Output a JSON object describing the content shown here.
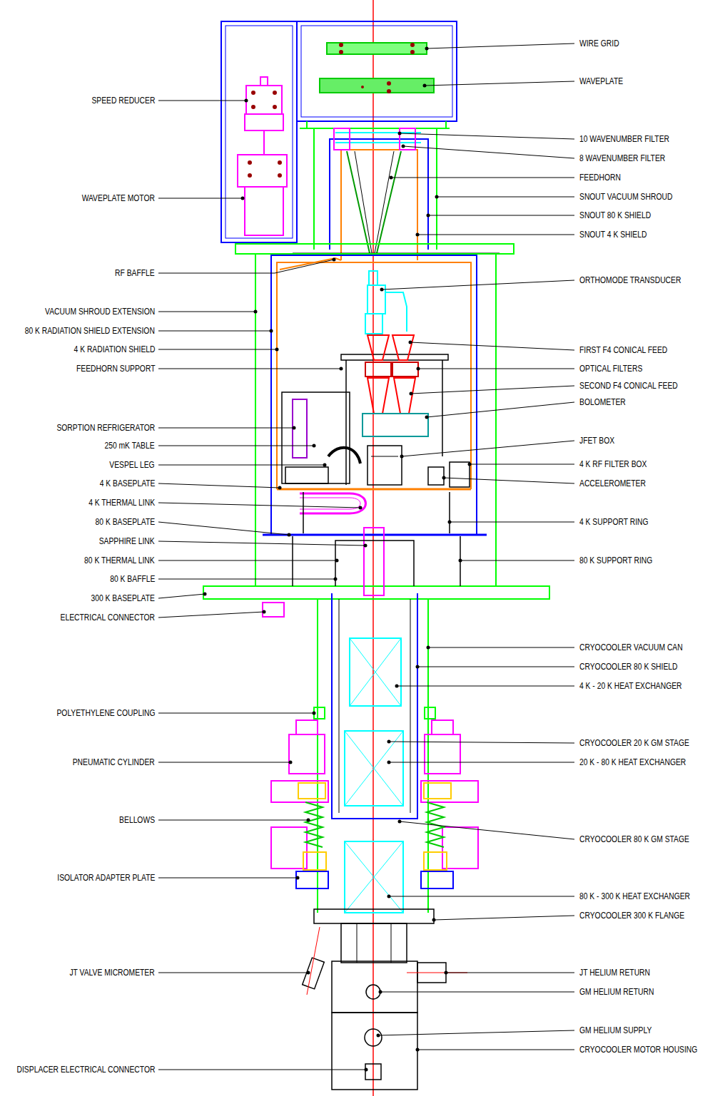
{
  "diagram": {
    "labels": [
      "SPEED REDUCER",
      "WAVEPLATE MOTOR",
      "RF BAFFLE",
      "VACUUM SHROUD EXTENSION",
      "80 K RADIATION SHIELD EXTENSION",
      "4 K RADIATION SHIELD",
      "FEEDHORN SUPPORT",
      "SORPTION REFRIGERATOR",
      "250 mK TABLE",
      "VESPEL LEG",
      "4 K BASEPLATE",
      "4 K THERMAL LINK",
      "80 K BASEPLATE",
      "SAPPHIRE LINK",
      "80 K THERMAL LINK",
      "80 K BAFFLE",
      "300 K BASEPLATE",
      "ELECTRICAL CONNECTOR",
      "POLYETHYLENE COUPLING",
      "PNEUMATIC CYLINDER",
      "BELLOWS",
      "ISOLATOR ADAPTER PLATE",
      "JT VALVE MICROMETER",
      "DISPLACER ELECTRICAL CONNECTOR",
      "WIRE GRID",
      "WAVEPLATE",
      "10 WAVENUMBER FILTER",
      "8 WAVENUMBER FILTER",
      "FEEDHORN",
      "SNOUT VACUUM SHROUD",
      "SNOUT 80 K SHIELD",
      "SNOUT 4 K SHIELD",
      "ORTHOMODE TRANSDUCER",
      "FIRST F4 CONICAL FEED",
      "OPTICAL FILTERS",
      "SECOND F4 CONICAL FEED",
      "BOLOMETER",
      "JFET BOX",
      "4 K RF FILTER BOX",
      "ACCELEROMETER",
      "4 K SUPPORT RING",
      "80 K SUPPORT RING",
      "CRYOCOOLER VACUUM CAN",
      "CRYOCOOLER 80 K SHIELD",
      "4 K - 20 K HEAT EXCHANGER",
      "CRYOCOOLER 20 K GM STAGE",
      "20 K - 80 K HEAT EXCHANGER",
      "CRYOCOOLER 80 K GM STAGE",
      "80 K - 300 K HEAT EXCHANGER",
      "CRYOCOOLER 300 K FLANGE",
      "JT HELIUM RETURN",
      "GM HELIUM RETURN",
      "GM HELIUM SUPPLY",
      "CRYOCOOLER MOTOR HOUSING"
    ]
  }
}
